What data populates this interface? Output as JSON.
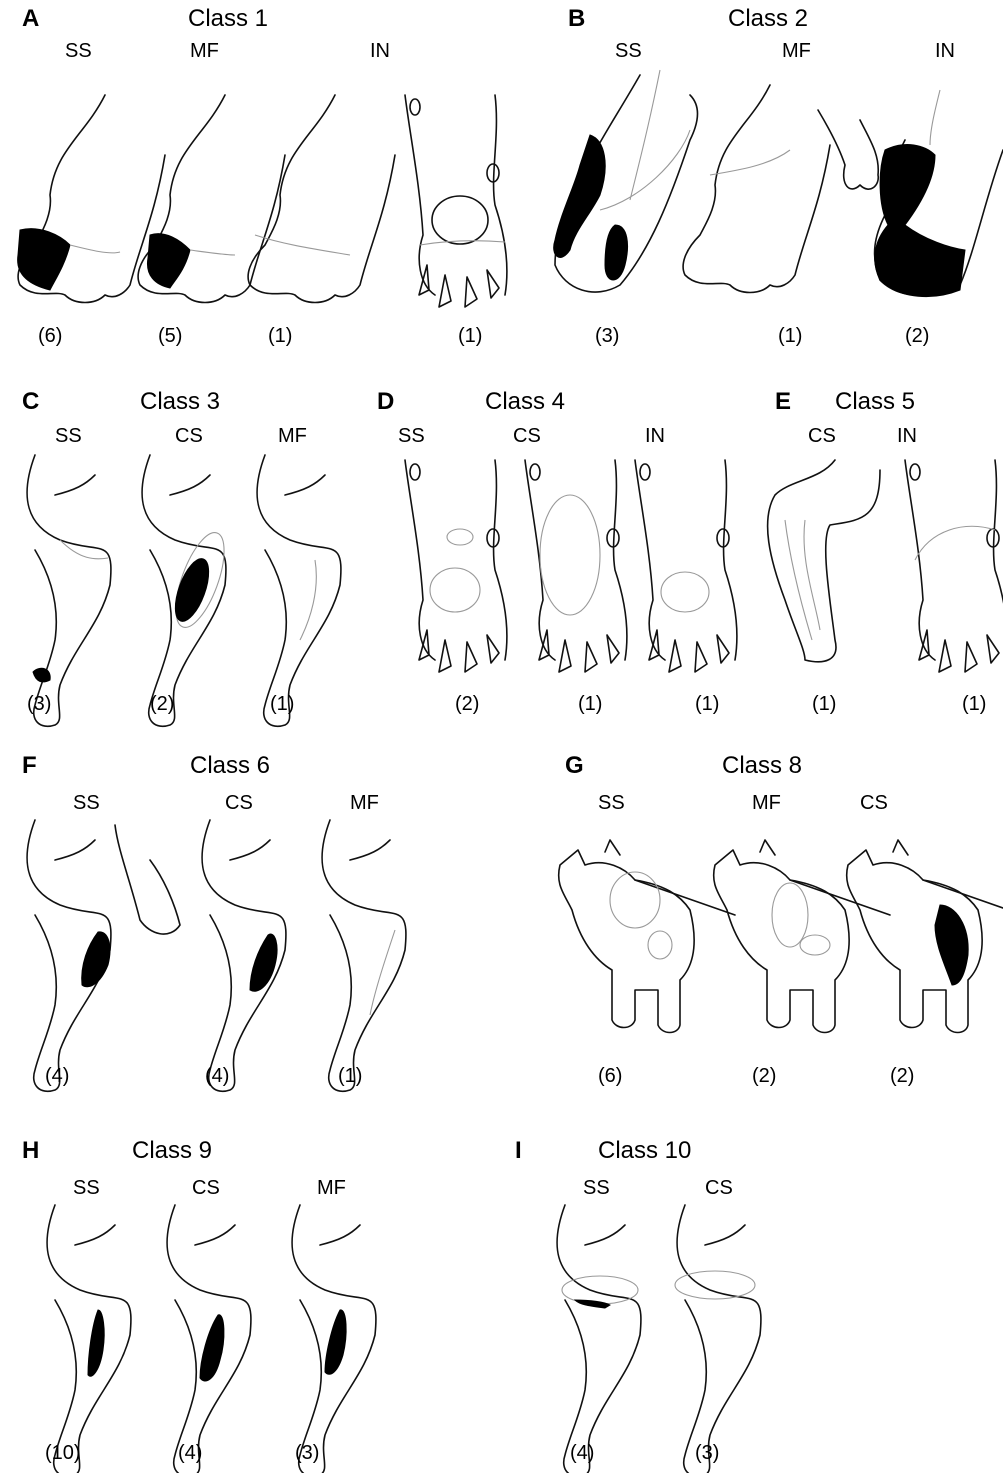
{
  "panels": [
    {
      "letter": "A",
      "title": "Class 1",
      "columns": [
        "SS",
        "MF",
        "IN"
      ],
      "counts": [
        "(6)",
        "(5)",
        "(1)",
        "(1)"
      ]
    },
    {
      "letter": "B",
      "title": "Class 2",
      "columns": [
        "SS",
        "MF",
        "IN"
      ],
      "counts": [
        "(3)",
        "(1)",
        "(2)"
      ]
    },
    {
      "letter": "C",
      "title": "Class 3",
      "columns": [
        "SS",
        "CS",
        "MF"
      ],
      "counts": [
        "(3)",
        "(2)",
        "(1)"
      ]
    },
    {
      "letter": "D",
      "title": "Class 4",
      "columns": [
        "SS",
        "CS",
        "IN"
      ],
      "counts": [
        "(2)",
        "(1)",
        "(1)"
      ]
    },
    {
      "letter": "E",
      "title": "Class 5",
      "columns": [
        "CS",
        "IN"
      ],
      "counts": [
        "(1)",
        "(1)"
      ]
    },
    {
      "letter": "F",
      "title": "Class 6",
      "columns": [
        "SS",
        "CS",
        "MF"
      ],
      "counts": [
        "(4)",
        "(4)",
        "(1)"
      ]
    },
    {
      "letter": "G",
      "title": "Class 8",
      "columns": [
        "SS",
        "MF",
        "CS"
      ],
      "counts": [
        "(6)",
        "(2)",
        "(2)"
      ]
    },
    {
      "letter": "H",
      "title": "Class 9",
      "columns": [
        "SS",
        "CS",
        "MF"
      ],
      "counts": [
        "(10)",
        "(4)",
        "(3)"
      ]
    },
    {
      "letter": "I",
      "title": "Class 10",
      "columns": [
        "SS",
        "CS"
      ],
      "counts": [
        "(4)",
        "(3)"
      ]
    }
  ],
  "colors": {
    "outline": "#111111",
    "field_fill": "#000000",
    "field_outline": "#999999",
    "background": "#ffffff"
  }
}
